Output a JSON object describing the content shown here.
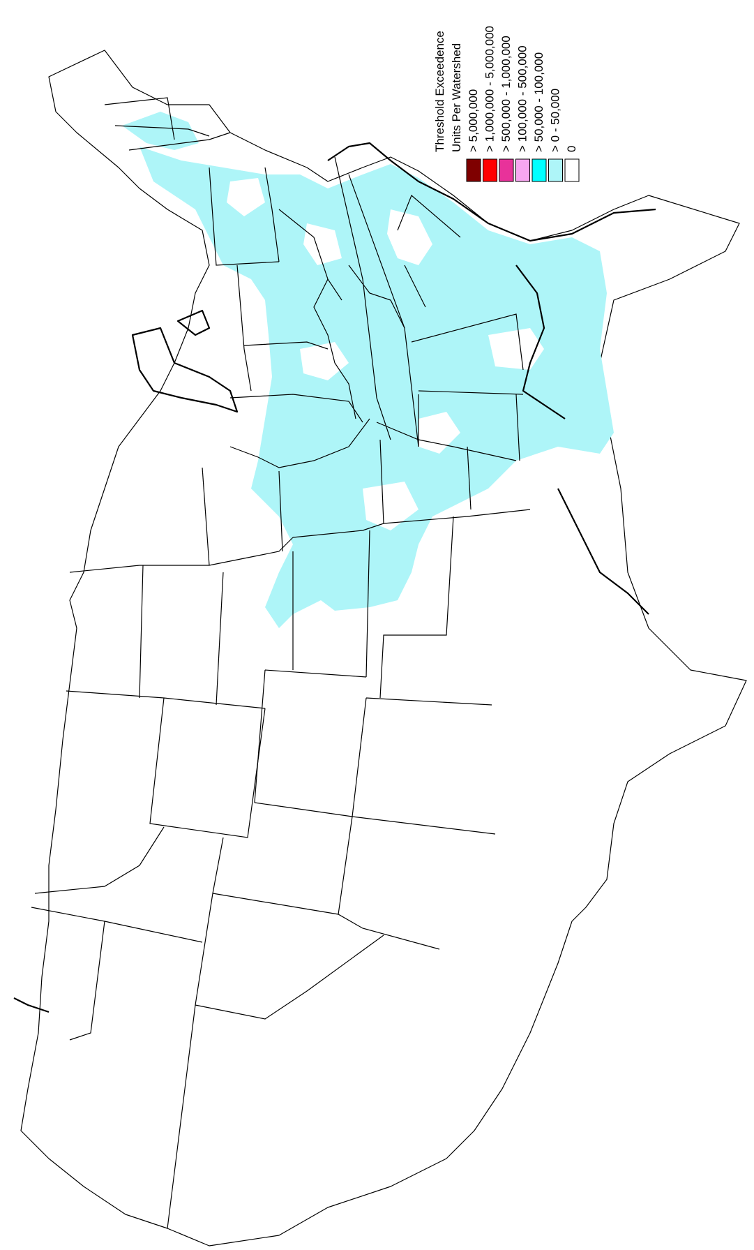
{
  "legend": {
    "title_line1": "Threshold Exceedence",
    "title_line2": "Units Per Watershed",
    "items": [
      {
        "label": ">  5,000,000",
        "color": "#7f0000"
      },
      {
        "label": ">  1,000,000  -  5,000,000",
        "color": "#ff0000"
      },
      {
        "label": ">  500,000  -  1,000,000",
        "color": "#e8329a"
      },
      {
        "label": ">  100,000  -  500,000",
        "color": "#f7a6f0"
      },
      {
        "label": ">  50,000  -  100,000",
        "color": "#00ffff"
      },
      {
        "label": ">  0  -  50,000",
        "color": "#aef5f8"
      },
      {
        "label": "0",
        "color": "#ffffff"
      }
    ]
  },
  "colors": {
    "state_fill": "#ffffff",
    "state_outline": "#000000",
    "low_exceedence_fill": "#aef5f8",
    "background": "#ffffff"
  }
}
